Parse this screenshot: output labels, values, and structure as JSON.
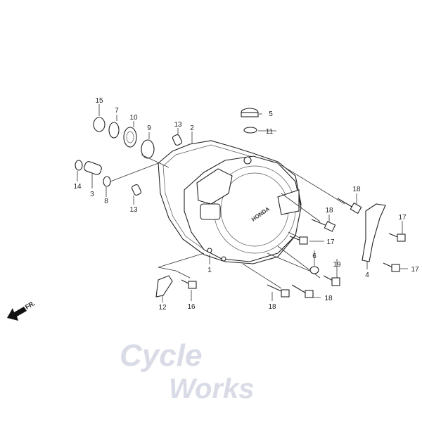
{
  "watermark": {
    "line1": "Cycle",
    "line2": "Works"
  },
  "direction_marker": "FR.",
  "logo_text": "HONDA",
  "callouts": [
    "1",
    "2",
    "3",
    "4",
    "5",
    "6",
    "7",
    "8",
    "9",
    "10",
    "11",
    "12",
    "13",
    "14",
    "15",
    "16",
    "17",
    "18",
    "19"
  ]
}
